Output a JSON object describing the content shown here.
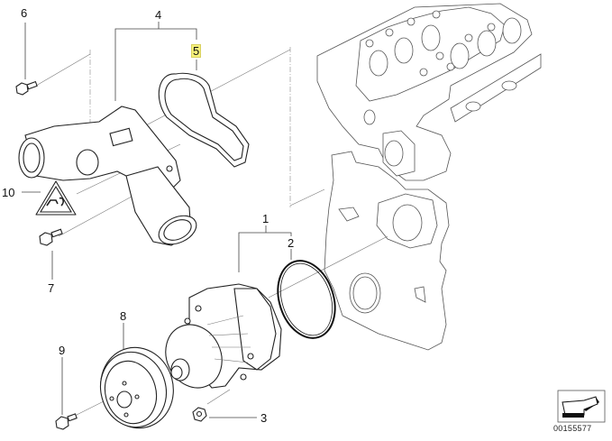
{
  "diagram": {
    "title": "Water pump / thermostat housing exploded view",
    "highlight_color": "#f6f17a",
    "callouts": [
      {
        "id": "1",
        "label": "1"
      },
      {
        "id": "2",
        "label": "2"
      },
      {
        "id": "3",
        "label": "3"
      },
      {
        "id": "4",
        "label": "4"
      },
      {
        "id": "5",
        "label": "5",
        "highlighted": true
      },
      {
        "id": "6",
        "label": "6"
      },
      {
        "id": "7",
        "label": "7"
      },
      {
        "id": "8",
        "label": "8"
      },
      {
        "id": "9",
        "label": "9"
      },
      {
        "id": "10",
        "label": "10"
      }
    ],
    "parts": [
      {
        "callout": "1",
        "name": "water-pump"
      },
      {
        "callout": "2",
        "name": "o-ring"
      },
      {
        "callout": "3",
        "name": "nut"
      },
      {
        "callout": "4",
        "name": "thermostat-housing"
      },
      {
        "callout": "5",
        "name": "gasket"
      },
      {
        "callout": "6",
        "name": "bolt"
      },
      {
        "callout": "7",
        "name": "bolt"
      },
      {
        "callout": "8",
        "name": "pulley"
      },
      {
        "callout": "9",
        "name": "bolt"
      },
      {
        "callout": "10",
        "name": "warning-label"
      }
    ],
    "catalog_number": "00155577"
  }
}
